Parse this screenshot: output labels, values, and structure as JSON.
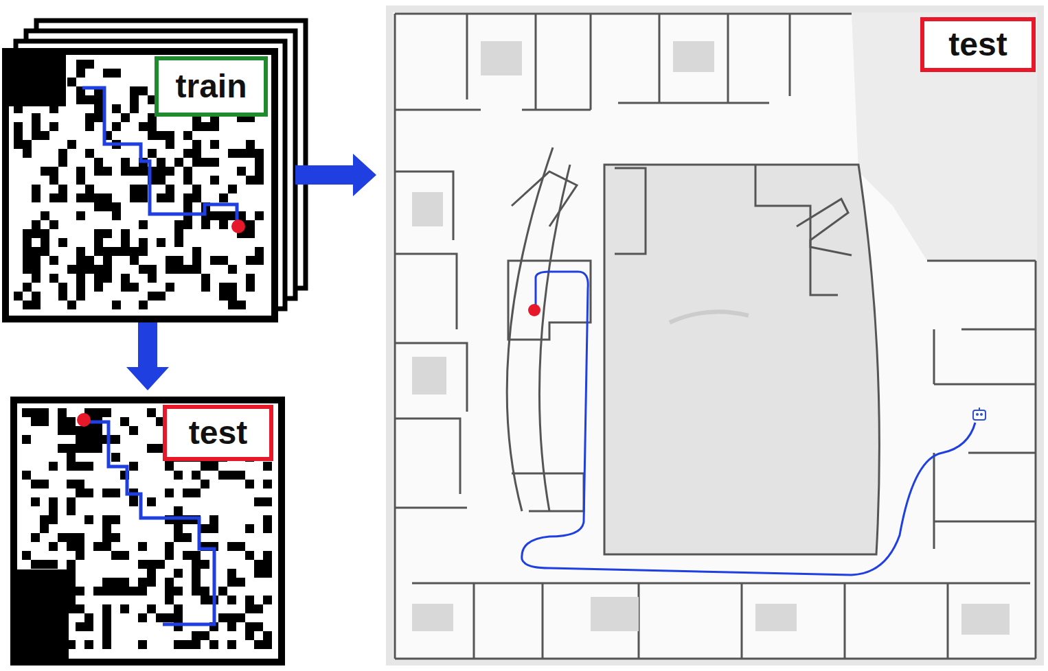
{
  "diagram": {
    "nodes": [
      {
        "text": [
          "train"
        ]
      },
      {
        "text": [
          "test"
        ]
      },
      {
        "text": [
          "test"
        ]
      }
    ],
    "edges": [
      {
        "from": 0,
        "to": 1,
        "arrow": "to"
      },
      {
        "from": 0,
        "to": 2,
        "arrow": "to"
      }
    ]
  }
}
